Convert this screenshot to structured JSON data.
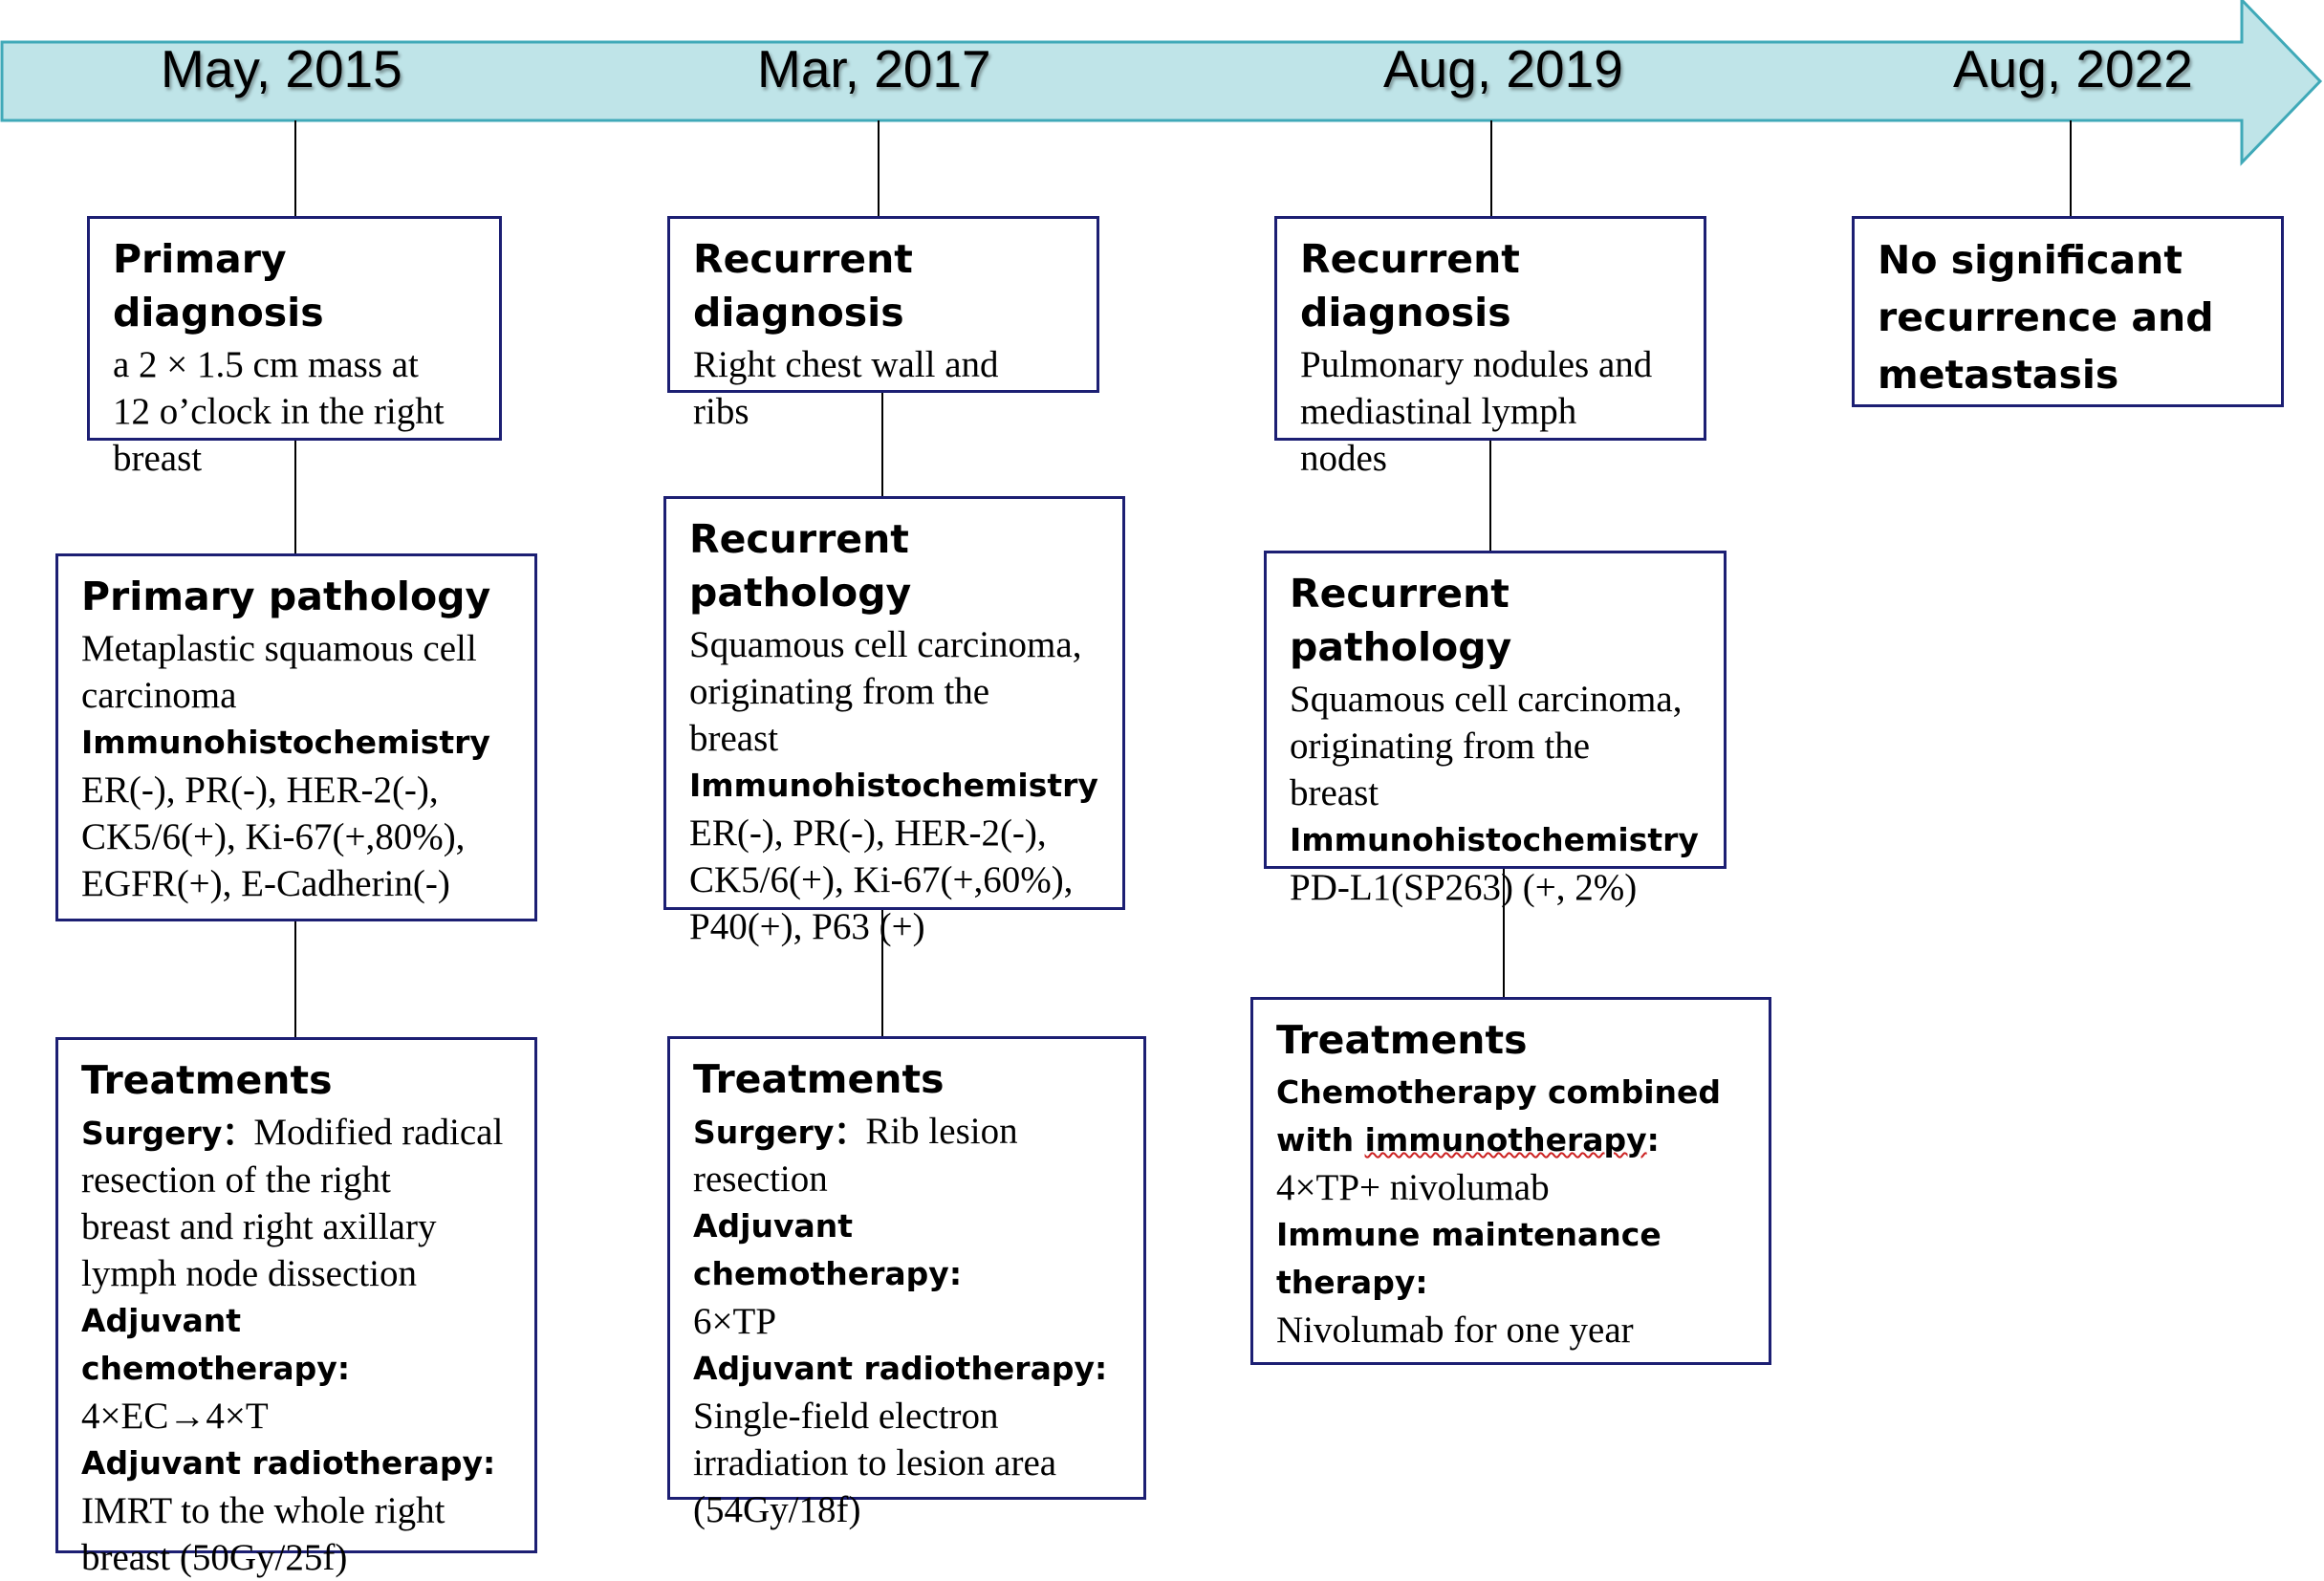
{
  "colors": {
    "arrow_fill": "#bfe4e8",
    "arrow_stroke": "#3fa9b8",
    "box_border": "#1c1f73",
    "connector": "#000000"
  },
  "timeline": {
    "dates": [
      "May, 2015",
      "Mar, 2017",
      "Aug, 2019",
      "Aug, 2022"
    ]
  },
  "col1": {
    "diagnosis": {
      "title": "Primary diagnosis",
      "lines": [
        "a 2 × 1.5 cm mass at",
        "12 o’clock in the right",
        "breast"
      ]
    },
    "pathology": {
      "title": "Primary pathology",
      "lines": [
        "Metaplastic squamous cell",
        "carcinoma"
      ],
      "ihc_label": "Immunohistochemistry",
      "ihc_lines": [
        "ER(-), PR(-), HER-2(-),",
        "CK5/6(+), Ki-67(+,80%),",
        "EGFR(+), E-Cadherin(-)"
      ]
    },
    "treatments": {
      "title": "Treatments",
      "surgery_label": "Surgery：",
      "surgery_first": "Modified radical",
      "surgery_lines": [
        "resection of the right",
        "breast and right axillary",
        "lymph node dissection"
      ],
      "chemo_label": "Adjuvant chemotherapy:",
      "chemo_lines": [
        "4×EC→4×T"
      ],
      "radio_label": "Adjuvant radiotherapy:",
      "radio_lines": [
        "IMRT to the whole right",
        "breast (50Gy/25f)"
      ]
    }
  },
  "col2": {
    "diagnosis": {
      "title": "Recurrent diagnosis",
      "lines": [
        "Right chest wall and",
        "ribs"
      ]
    },
    "pathology": {
      "title": "Recurrent pathology",
      "lines": [
        "Squamous cell carcinoma,",
        "originating from the",
        "breast"
      ],
      "ihc_label": "Immunohistochemistry",
      "ihc_lines": [
        "ER(-), PR(-), HER-2(-),",
        "CK5/6(+), Ki-67(+,60%),",
        "P40(+), P63 (+)"
      ]
    },
    "treatments": {
      "title": "Treatments",
      "surgery_label": "Surgery：",
      "surgery_first": "Rib lesion",
      "surgery_lines": [
        "resection"
      ],
      "chemo_label": "Adjuvant chemotherapy:",
      "chemo_lines": [
        "6×TP"
      ],
      "radio_label": "Adjuvant radiotherapy:",
      "radio_lines": [
        "Single-field electron",
        "irradiation to lesion area",
        "(54Gy/18f)"
      ]
    }
  },
  "col3": {
    "diagnosis": {
      "title": "Recurrent diagnosis",
      "lines": [
        "Pulmonary nodules and",
        "mediastinal lymph",
        "nodes"
      ]
    },
    "pathology": {
      "title": "Recurrent pathology",
      "lines": [
        "Squamous cell carcinoma,",
        "originating from the",
        "breast"
      ],
      "ihc_label": "Immunohistochemistry",
      "ihc_lines": [
        "PD-L1(SP263) (+, 2%)"
      ]
    },
    "treatments": {
      "title": "Treatments",
      "combo_label_1": "Chemotherapy combined",
      "combo_label_2a": "with ",
      "combo_label_2b": "immunotherapy",
      "combo_label_2c": ":",
      "combo_lines": [
        "4×TP+ nivolumab"
      ],
      "maint_label_1": "Immune maintenance",
      "maint_label_2": "therapy:",
      "maint_lines": [
        "Nivolumab for one year"
      ]
    }
  },
  "col4": {
    "outcome": {
      "lines": [
        "No significant",
        "recurrence and",
        "metastasis"
      ]
    }
  }
}
